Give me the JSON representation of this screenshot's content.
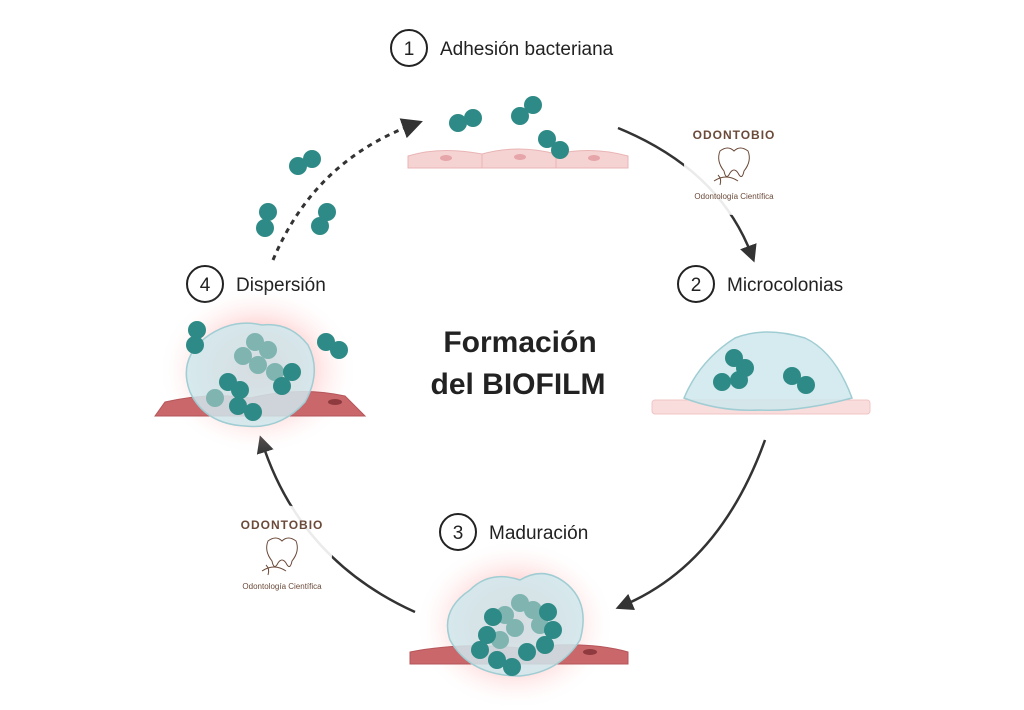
{
  "title": {
    "line1": "Formación",
    "line2": "del BIOFILM"
  },
  "stages": [
    {
      "number": "1",
      "label": "Adhesión bacteriana"
    },
    {
      "number": "2",
      "label": "Microcolonias"
    },
    {
      "number": "3",
      "label": "Maduración"
    },
    {
      "number": "4",
      "label": "Dispersión"
    }
  ],
  "watermarks": [
    {
      "brand": "ODONTOBIO",
      "tagline": "Odontología Científica"
    },
    {
      "brand": "ODONTOBIO",
      "tagline": "Odontología Científica"
    }
  ],
  "colors": {
    "bacteria": "#2e8a86",
    "bacteria_light": "#7fb4b1",
    "matrix": "#cfe8ec",
    "cell_pale": "#f6d3d3",
    "cell_dark": "#c9676b",
    "glow": "#ff8a8a",
    "arrow": "#333333",
    "text": "#222222",
    "watermark": "#6b4a3a"
  }
}
